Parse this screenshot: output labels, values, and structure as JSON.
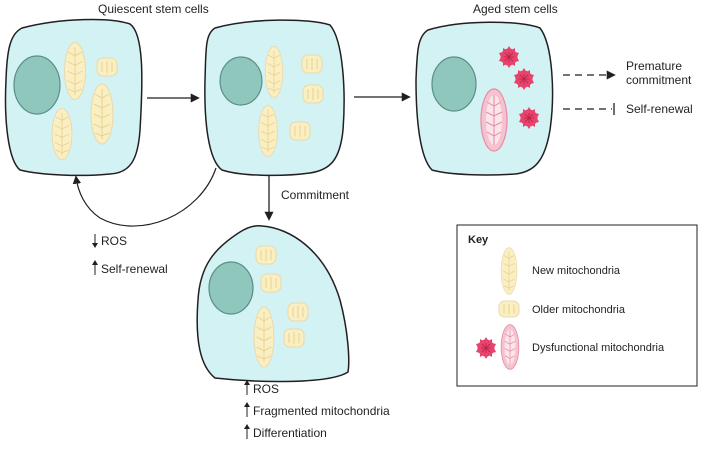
{
  "titles": {
    "quiescent": "Quiescent stem cells",
    "aged": "Aged stem cells"
  },
  "arrows": {
    "commitment": "Commitment"
  },
  "outcomes": {
    "premature_line1": "Premature",
    "premature_line2": "commitment",
    "self_renewal_block": "Self-renewal"
  },
  "loop_effects": {
    "ros": "ROS",
    "ros_direction": "down",
    "self_renewal": "Self-renewal",
    "self_renewal_direction": "up"
  },
  "commit_effects": [
    {
      "label": "ROS",
      "direction": "up"
    },
    {
      "label": "Fragmented mitochondria",
      "direction": "up"
    },
    {
      "label": "Differentiation",
      "direction": "up"
    }
  ],
  "key": {
    "title": "Key",
    "items": [
      {
        "label": "New mitochondria",
        "icon": "new-mitochondrion-icon"
      },
      {
        "label": "Older mitochondria",
        "icon": "older-mitochondrion-icon"
      },
      {
        "label": "Dysfunctional mitochondria",
        "icon": "dysfunctional-mitochondrion-icon"
      }
    ]
  },
  "colors": {
    "cell_fill": "#d3f2f4",
    "nucleus_fill": "#8fc7bd",
    "mito_fill": "#faeec3",
    "mito_crista": "#efd9a2",
    "dysfunctional_fill": "#e6436d",
    "dysfunctional_outline": "#f2a3b7",
    "outline": "#231f20"
  }
}
